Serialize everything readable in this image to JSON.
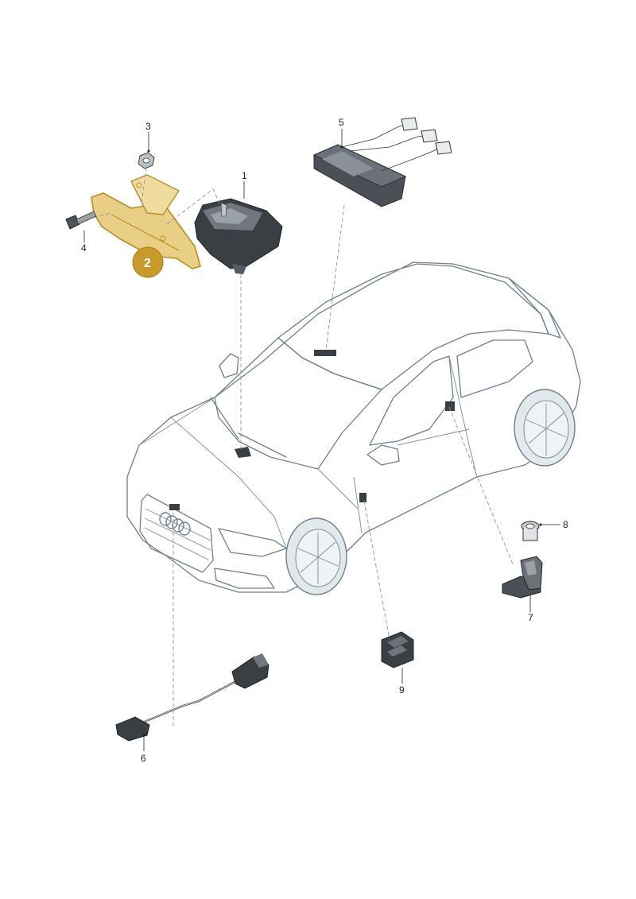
{
  "callouts": {
    "c1": "1",
    "c2": "2",
    "c3": "3",
    "c4": "4",
    "c5": "5",
    "c6": "6",
    "c7": "7",
    "c8": "8",
    "c9": "9"
  },
  "colors": {
    "highlight": "#d4a536",
    "badge": "#c89a2a",
    "car_body": "#e4ecef",
    "car_glass": "#cddbe1",
    "line": "#6f7f88",
    "part_dark": "#3a3f44"
  }
}
